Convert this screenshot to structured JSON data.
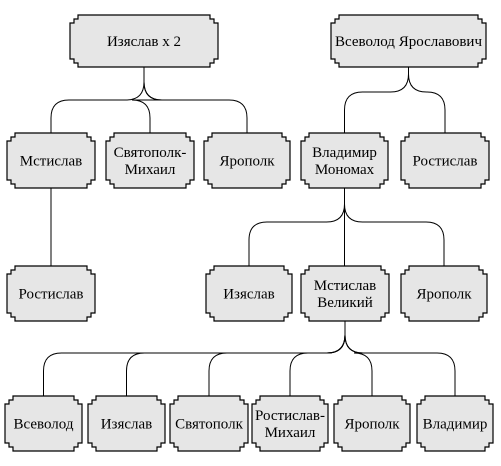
{
  "nodes": [
    {
      "id": "iziaslav-x2",
      "lines": [
        "Изяслав х 2"
      ]
    },
    {
      "id": "vsevolod-yaroslavovich",
      "lines": [
        "Всеволод Ярославович"
      ]
    },
    {
      "id": "mstislav-1",
      "lines": [
        "Мстислав"
      ]
    },
    {
      "id": "svyatopolk-mikhail",
      "lines": [
        "Святополк-",
        "Михаил"
      ]
    },
    {
      "id": "yaropolk-1",
      "lines": [
        "Ярополк"
      ]
    },
    {
      "id": "vladimir-monomakh",
      "lines": [
        "Владимир",
        "Мономах"
      ]
    },
    {
      "id": "rostislav-1",
      "lines": [
        "Ростислав"
      ]
    },
    {
      "id": "rostislav-2",
      "lines": [
        "Ростислав"
      ]
    },
    {
      "id": "iziaslav-2",
      "lines": [
        "Изяслав"
      ]
    },
    {
      "id": "mstislav-velikiy",
      "lines": [
        "Мстислав",
        "Великий"
      ]
    },
    {
      "id": "yaropolk-2",
      "lines": [
        "Ярополк"
      ]
    },
    {
      "id": "vsevolod",
      "lines": [
        "Всеволод"
      ]
    },
    {
      "id": "iziaslav-3",
      "lines": [
        "Изяслав"
      ]
    },
    {
      "id": "svyatopolk",
      "lines": [
        "Святополк"
      ]
    },
    {
      "id": "rostislav-mikhail",
      "lines": [
        "Ростислав-",
        "Михаил"
      ]
    },
    {
      "id": "yaropolk-3",
      "lines": [
        "Ярополк"
      ]
    },
    {
      "id": "vladimir",
      "lines": [
        "Владимир"
      ]
    }
  ],
  "edges": [
    {
      "from": "iziaslav-x2",
      "to": [
        "mstislav-1",
        "svyatopolk-mikhail",
        "yaropolk-1"
      ]
    },
    {
      "from": "vsevolod-yaroslavovich",
      "to": [
        "vladimir-monomakh",
        "rostislav-1"
      ]
    },
    {
      "from": "mstislav-1",
      "to": [
        "rostislav-2"
      ]
    },
    {
      "from": "vladimir-monomakh",
      "to": [
        "iziaslav-2",
        "mstislav-velikiy",
        "yaropolk-2"
      ]
    },
    {
      "from": "mstislav-velikiy",
      "to": [
        "vsevolod",
        "iziaslav-3",
        "svyatopolk",
        "rostislav-mikhail",
        "yaropolk-3",
        "vladimir"
      ]
    }
  ]
}
